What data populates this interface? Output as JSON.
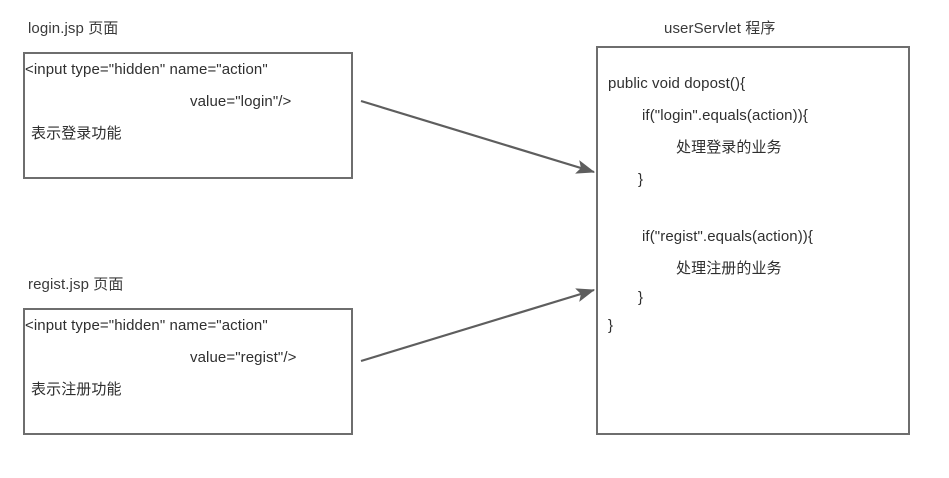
{
  "diagram": {
    "title_left_top": "login.jsp  页面",
    "title_left_bottom": "regist.jsp  页面",
    "title_right": "userServlet 程序",
    "colors": {
      "border": "#6e6e6e",
      "text": "#2f2f2f",
      "caption": "#3a3a3a",
      "arrow": "#5e5e5e",
      "background": "#ffffff"
    }
  },
  "login_box": {
    "lines": [
      "<input type=\"hidden\" name=\"action\"",
      "value=\"login\"/>",
      "表示登录功能"
    ]
  },
  "regist_box": {
    "lines": [
      "<input type=\"hidden\" name=\"action\"",
      "value=\"regist\"/>",
      "表示注册功能"
    ]
  },
  "servlet_box": {
    "lines": [
      "public void dopost(){",
      "if(\"login\".equals(action)){",
      "处理登录的业务",
      "}",
      "if(\"regist\".equals(action)){",
      "处理注册的业务",
      "}",
      "}"
    ]
  },
  "arrows": [
    {
      "name": "login-to-servlet",
      "label": ""
    },
    {
      "name": "regist-to-servlet",
      "label": ""
    }
  ]
}
